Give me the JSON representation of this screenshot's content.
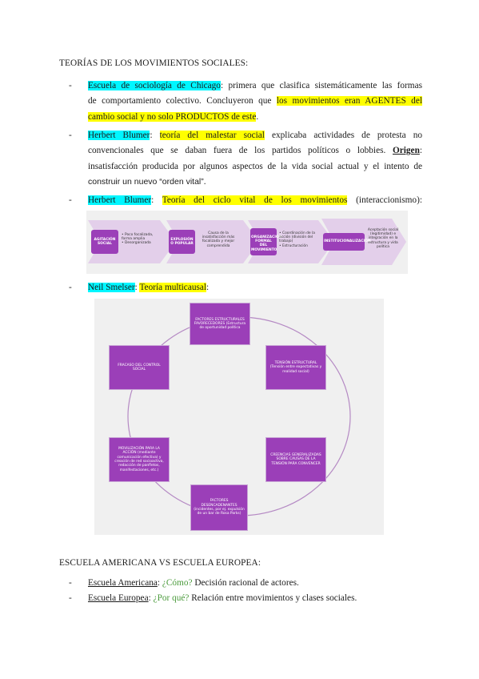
{
  "section1": {
    "title": "TEORÍAS DE LOS MOVIMIENTOS SOCIALES:",
    "items": [
      {
        "bullet": "-",
        "term": "Escuela de sociología de Chicago",
        "line1_rest": ": primera que clasifica sistemáticamente las formas",
        "line2_pre": "de comportamiento colectivo. Concluyeron que ",
        "line2_hl": "los movimientos eran AGENTES del",
        "line3_hl": "cambio social y no solo PRODUCTOS de este",
        "line3_post": "."
      },
      {
        "bullet": "-",
        "term": "Herbert Blumer",
        "sep": ": ",
        "theory": "teoría del malestar social",
        "line1_rest": " explicaba actividades de protesta no",
        "line2": "convencionales que se daban fuera de los partidos políticos o lobbies. ",
        "origin_label": "Origen",
        "line2_post": ":",
        "line3": "insatisfacción producida por algunos aspectos de la vida social actual y el intento de",
        "line4": "construir un nuevo “orden vital”",
        "line4_post": "."
      },
      {
        "bullet": "-",
        "term": "Herbert Blumer",
        "sep": ": ",
        "theory": "Teoría del ciclo vital de los movimientos",
        "rest": " (interaccionismo):"
      },
      {
        "bullet": "-",
        "term": "Neil Smelser",
        "sep": ": ",
        "theory": "Teoría multicausal",
        "rest": ":"
      }
    ]
  },
  "flow_diagram": {
    "steps": [
      {
        "title": "AGITACIÓN SOCIAL",
        "bullets": [
          "Poco focalizada, forma amplia",
          "Desorganizada"
        ]
      },
      {
        "title": "EXPLOSIÓN O POPULAR",
        "bullets": [
          "Causa de la insatisfacción más focalizada y mejor comprendida"
        ]
      },
      {
        "title": "ORGANIZACIÓN FORMAL DEL MOVIMIENTO",
        "bullets": [
          "Coordinación de la acción (división del trabajo)",
          "Estructuración"
        ]
      },
      {
        "title": "INSTITUCIONALIZACIÓN",
        "bullets": [
          "Aceptación social (legitimidad) e integración en la estructura y vida política"
        ]
      }
    ]
  },
  "cycle_diagram": {
    "nodes": [
      {
        "id": "top",
        "text": "FACTORES ESTRUCTURALES FAVORECEDORES (Estructura de oportunidad política"
      },
      {
        "id": "right",
        "text": "TENSIÓN ESTRUCTURAL (Tensión entre expectativas y realidad social)"
      },
      {
        "id": "bottom-right",
        "text": "CREENCIAS GENERALIZADAS SOBRE CAUSAS DE LA TENSIÓN PARA CONVENCER"
      },
      {
        "id": "bottom",
        "text": "FACTORES DESENCADENANTES (incidentes, por ej. expulsión de un bar de Rosa Parks)"
      },
      {
        "id": "bottom-left",
        "text": "MOVILIZACIÓN PARA LA ACCIÓN (mediante comunicación efectiva) y creación de red socioactiva, redacción de panfletos, manifestaciones, etc.)"
      },
      {
        "id": "left",
        "text": "FRACASO DEL CONTROL SOCIAL"
      }
    ]
  },
  "section2": {
    "title": "ESCUELA AMERICANA VS ESCUELA EUROPEA:",
    "items": [
      {
        "bullet": "-",
        "school": "Escuela Americana",
        "sep": ": ",
        "question": "¿Cómo?",
        "answer": " Decisión racional de actores."
      },
      {
        "bullet": "-",
        "school": "Escuela Europea",
        "sep": ": ",
        "question": "¿Por qué?",
        "answer": " Relación entre movimientos y clases sociales."
      }
    ]
  },
  "colors": {
    "highlight_cyan": "#00f6ff",
    "highlight_yellow": "#ffff00",
    "question_green": "#4b9b3c",
    "node_purple": "#9b3fb8",
    "arrow_lilac": "#e3cfea"
  }
}
